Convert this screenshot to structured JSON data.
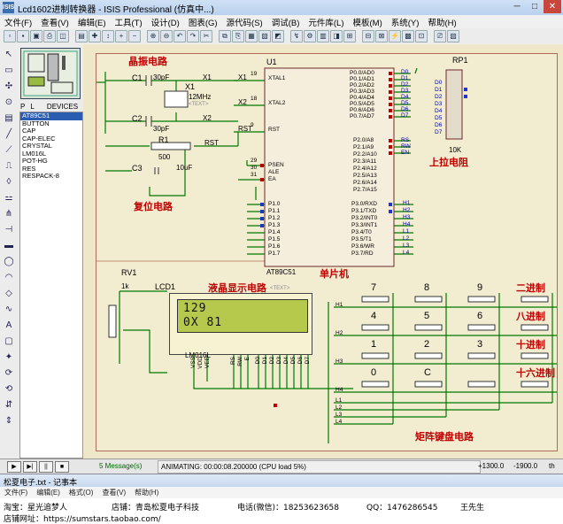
{
  "window": {
    "title": "Lcd1602进制转换器 - ISIS Professional (仿真中...)",
    "icon": "ISIS"
  },
  "menu": [
    "文件(F)",
    "查看(V)",
    "编辑(E)",
    "工具(T)",
    "设计(D)",
    "图表(G)",
    "源代码(S)",
    "调试(B)",
    "元件库(L)",
    "模板(M)",
    "系统(Y)",
    "帮助(H)"
  ],
  "panel": {
    "tabs": [
      "P",
      "L"
    ],
    "devices_header": "DEVICES",
    "devices": [
      "AT89C51",
      "BUTTON",
      "CAP",
      "CAP-ELEC",
      "CRYSTAL",
      "LM016L",
      "POT-HG",
      "RES",
      "RESPACK-8"
    ]
  },
  "schematic": {
    "crystal_label": "晶振电路",
    "reset_label": "复位电路",
    "mcu_label": "单片机",
    "pullup_label": "上拉电阻",
    "lcd_label": "液晶显示电路",
    "keypad_label": "矩阵键盘电路",
    "c1": "C1",
    "c1_val": "30pF",
    "c2": "C2",
    "c2_val": "30pF",
    "x1": "X1",
    "x1_val": "12MHz",
    "r1": "R1",
    "r1_val": "500",
    "c3": "C3",
    "c3_val": "10uF",
    "u1": "U1",
    "u1_part": "AT89C51",
    "rp1": "RP1",
    "rp1_val": "10K",
    "rv1": "RV1",
    "rv1_val": "1k",
    "lcd1": "LCD1",
    "lcd1_part": "LM016L",
    "text_tag": "<TEXT>",
    "net_x1": "X1",
    "net_x2": "X2",
    "net_rst": "RST",
    "mcu_left_pins": [
      "XTAL1",
      "XTAL2",
      "RST",
      "PSEN",
      "ALE",
      "EA"
    ],
    "mcu_left_nums": [
      "19",
      "18",
      "9",
      "29",
      "30",
      "31"
    ],
    "mcu_p1": [
      "P1.0",
      "P1.1",
      "P1.2",
      "P1.3",
      "P1.4",
      "P1.5",
      "P1.6",
      "P1.7"
    ],
    "mcu_p0": [
      "P0.0/AD0",
      "P0.1/AD1",
      "P0.2/AD2",
      "P0.3/AD3",
      "P0.4/AD4",
      "P0.5/AD5",
      "P0.6/AD6",
      "P0.7/AD7"
    ],
    "mcu_p2": [
      "P2.0/A8",
      "P2.1/A9",
      "P2.2/A10",
      "P2.3/A11",
      "P2.4/A12",
      "P2.5/A13",
      "P2.6/A14",
      "P2.7/A15"
    ],
    "mcu_p3": [
      "P3.0/RXD",
      "P3.1/TXD",
      "P3.2/INT0",
      "P3.3/INT1",
      "P3.4/T0",
      "P3.5/T1",
      "P3.6/WR",
      "P3.7/RD"
    ],
    "p0_nets": [
      "D0",
      "D1",
      "D2",
      "D3",
      "D4",
      "D5",
      "D6",
      "D7"
    ],
    "p2_nets": [
      "RS",
      "RW",
      "EN"
    ],
    "p3_nets": [
      "H1",
      "H2",
      "H3",
      "H4",
      "L1",
      "L2",
      "L3",
      "L4"
    ],
    "lcd_lines": [
      "129",
      "0X 81"
    ],
    "lcd_pins": [
      "VSS",
      "VDD",
      "VEE",
      "RS",
      "RW",
      "E",
      "D0",
      "D1",
      "D2",
      "D3",
      "D4",
      "D5",
      "D6",
      "D7"
    ],
    "keys": [
      "7",
      "8",
      "9",
      "4",
      "5",
      "6",
      "1",
      "2",
      "3",
      "0",
      "C"
    ],
    "mode_keys": [
      "二进制",
      "八进制",
      "十进制",
      "十六进制"
    ],
    "rows": [
      "H1",
      "H2",
      "H3",
      "H4"
    ],
    "cols": [
      "L1",
      "L2",
      "L3",
      "L4"
    ]
  },
  "status": {
    "messages": "5 Message(s)",
    "animating": "ANIMATING: 00:00:08.200000 (CPU load 5%)",
    "coord_x": "+1300.0",
    "coord_y": "-1900.0",
    "unit": "th"
  },
  "notepad": {
    "title": "松夏电子.txt - 记事本",
    "menu": [
      "文件(F)",
      "编辑(E)",
      "格式(O)",
      "查看(V)",
      "帮助(H)"
    ],
    "line1": [
      "淘宝：星光追梦人",
      "店铺：青岛松夏电子科技",
      "电话(微信)：18253623658",
      "QQ：1476286545",
      "王先生"
    ],
    "line2": "店铺网址：https://sumstars.taobao.com/"
  }
}
